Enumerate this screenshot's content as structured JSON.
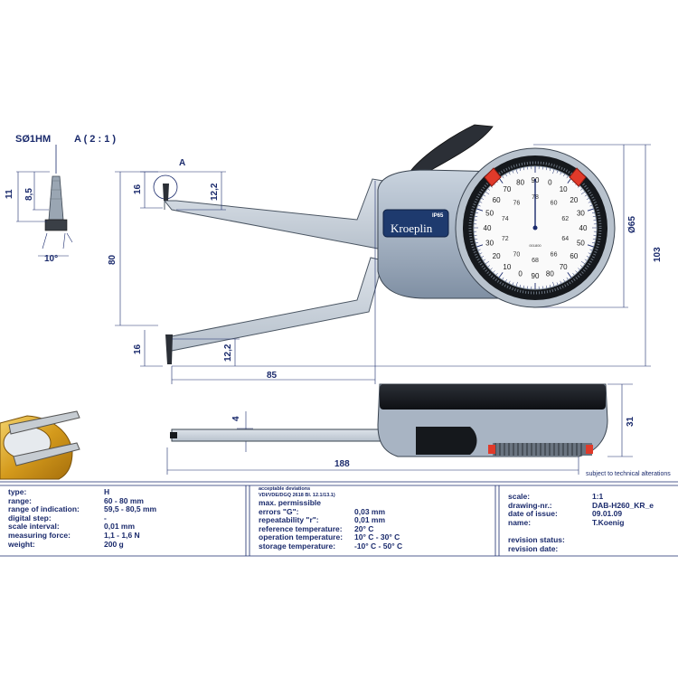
{
  "detail": {
    "title": "SØ1HM",
    "scale": "A ( 2 : 1 )",
    "marker": "A"
  },
  "dims": {
    "d11": "11",
    "d8_5": "8,5",
    "d10deg": "10°",
    "d16_top": "16",
    "d12_2_top": "12,2",
    "d80": "80",
    "d16_bottom": "16",
    "d12_2_bottom": "12,2",
    "d85": "85",
    "d65": "Ø65",
    "d103": "103",
    "d4": "4",
    "d31": "31",
    "d188": "188"
  },
  "brand": {
    "name": "Kroeplin",
    "ip": "IP65"
  },
  "dial": {
    "outer": [
      "80",
      "90",
      "0",
      "10",
      "20",
      "30",
      "40",
      "50",
      "60",
      "70",
      "80",
      "90",
      "0",
      "10",
      "20",
      "30",
      "40",
      "50",
      "60",
      "70"
    ],
    "inner": [
      "76",
      "78",
      "60",
      "62",
      "64",
      "66",
      "68",
      "70",
      "72",
      "74"
    ],
    "serial": "001800"
  },
  "note": "subject to technical alterations",
  "specs": {
    "labels": [
      "type:",
      "range:",
      "range of indication:",
      "digital step:",
      "scale interval:",
      "measuring force:",
      "weight:"
    ],
    "values": [
      "H",
      "60 - 80 mm",
      "59,5 - 80,5 mm",
      "-",
      "0,01 mm",
      "1,1 - 1,6 N",
      "200 g"
    ]
  },
  "deviations": {
    "heading": "acceptable deviations",
    "standard": "VDI/VDE/DGQ 2618 Bl. 12.1/13.1)",
    "labels": [
      "max. permissible",
      "errors \"G\":",
      "repeatability \"r\":",
      "reference temperature:",
      "operation temperature:",
      "storage temperature:"
    ],
    "values": [
      "",
      "0,03 mm",
      "0,01 mm",
      "20° C",
      "10° C - 30° C",
      "-10° C - 50° C"
    ]
  },
  "drawing_info": {
    "labels": [
      "scale:",
      "drawing-nr.:",
      "date of issue:",
      "name:",
      "",
      "revision status:",
      "revision date:"
    ],
    "values": [
      "1:1",
      "DAB-H260_KR_e",
      "09.01.09",
      "T.Koenig",
      "",
      "",
      ""
    ]
  }
}
